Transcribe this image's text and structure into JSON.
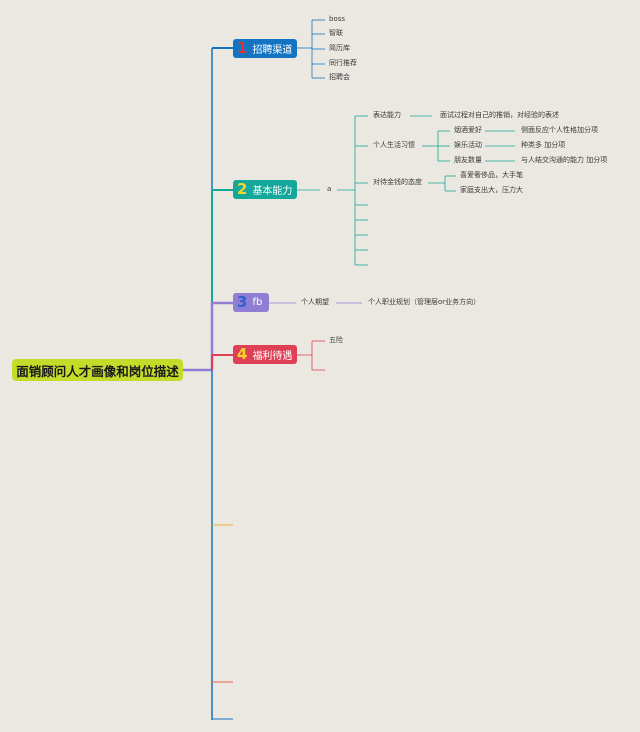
{
  "root": "面销顾问人才画像和岗位描述",
  "branches": [
    {
      "num": "1",
      "label": "招聘渠道",
      "children": [
        "boss",
        "智联",
        "简历库",
        "同行推荐",
        "招聘会"
      ]
    },
    {
      "num": "2",
      "label": "基本能力",
      "note": "a"
    },
    {
      "num": "3",
      "label": "fb"
    },
    {
      "num": "4",
      "label": "福利待遇",
      "children": [
        "五险"
      ]
    }
  ],
  "abilities": {
    "expression": {
      "label": "表达能力",
      "detail": "面试过程对自己的推销，对经验的表述"
    },
    "habits": {
      "label": "个人生活习惯",
      "items": [
        {
          "label": "烟酒爱好",
          "detail": "侧面反应个人性格加分项"
        },
        {
          "label": "娱乐活动",
          "detail": "种类多 加分项"
        },
        {
          "label": "朋友数量",
          "detail": "与人结交沟通的能力 加分项"
        }
      ]
    },
    "money": {
      "label": "对待金钱的态度",
      "items": [
        "喜爱奢侈品，大手笔",
        "家庭支出大，压力大"
      ]
    }
  },
  "fb_detail": {
    "label": "个人期望",
    "detail": "个人职业规划（管理层or业务方向）"
  },
  "colors": {
    "background": "#ebe8e1",
    "root": "#c3dc2a",
    "branch1": "#1574c2",
    "branch2": "#15a89a",
    "branch3": "#8f7ed4",
    "branch4": "#df4056"
  }
}
